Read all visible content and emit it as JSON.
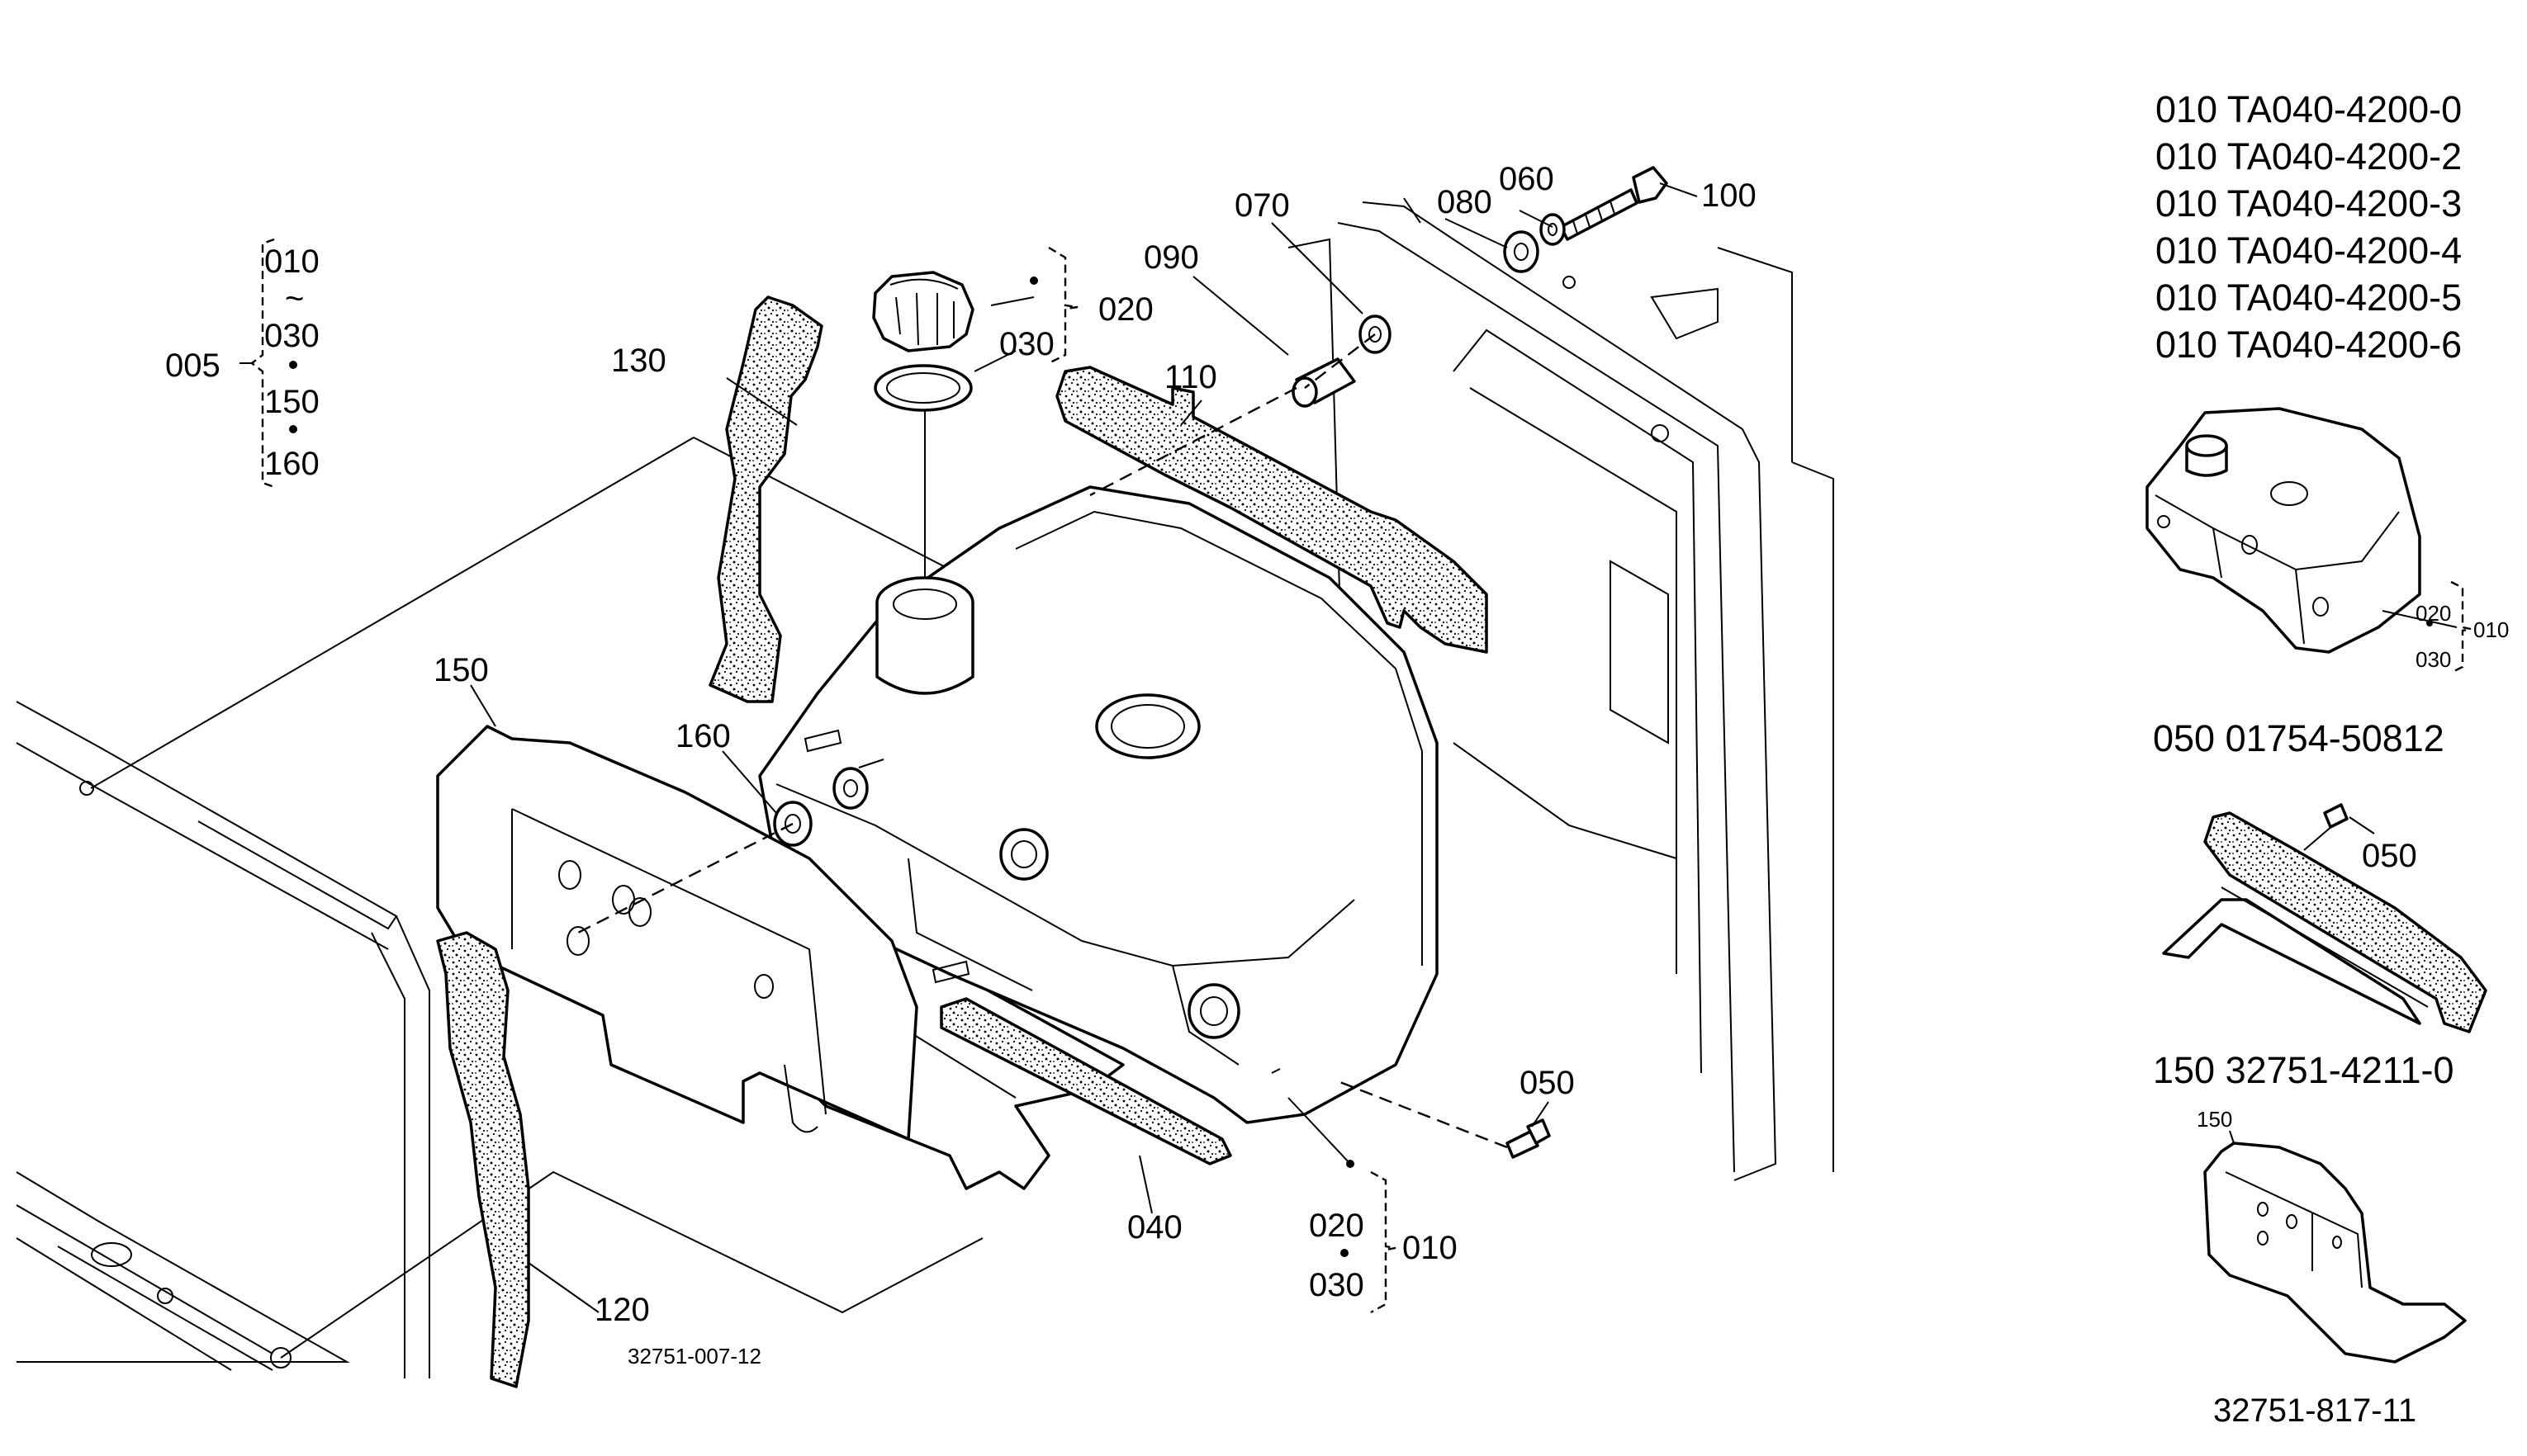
{
  "callouts": {
    "c005": "005",
    "c010_top": "010",
    "c010_tilde": "~",
    "c030_top": "030",
    "c150_top": "150",
    "c160_top": "160",
    "c130": "130",
    "c020_top": "020",
    "c030_gasket": "030",
    "c110": "110",
    "c090": "090",
    "c070": "070",
    "c080": "080",
    "c060": "060",
    "c100": "100",
    "c150": "150",
    "c160": "160",
    "c050_bolt": "050",
    "c040": "040",
    "c020_bot": "020",
    "c010_bot": "010",
    "c030_bot": "030",
    "c120": "120"
  },
  "main_figure_number": "32751-007-12",
  "part_numbers": [
    "010 TA040-4200-0",
    "010 TA040-4200-2",
    "010 TA040-4200-3",
    "010 TA040-4200-4",
    "010 TA040-4200-5",
    "010 TA040-4200-6"
  ],
  "inset1": {
    "c020": "020",
    "c010": "010",
    "c030": "030"
  },
  "part_050": "050 01754-50812",
  "inset2": {
    "c050": "050"
  },
  "part_150": "150 32751-4211-0",
  "inset3": {
    "c150": "150"
  },
  "inset_figure_number": "32751-817-11"
}
